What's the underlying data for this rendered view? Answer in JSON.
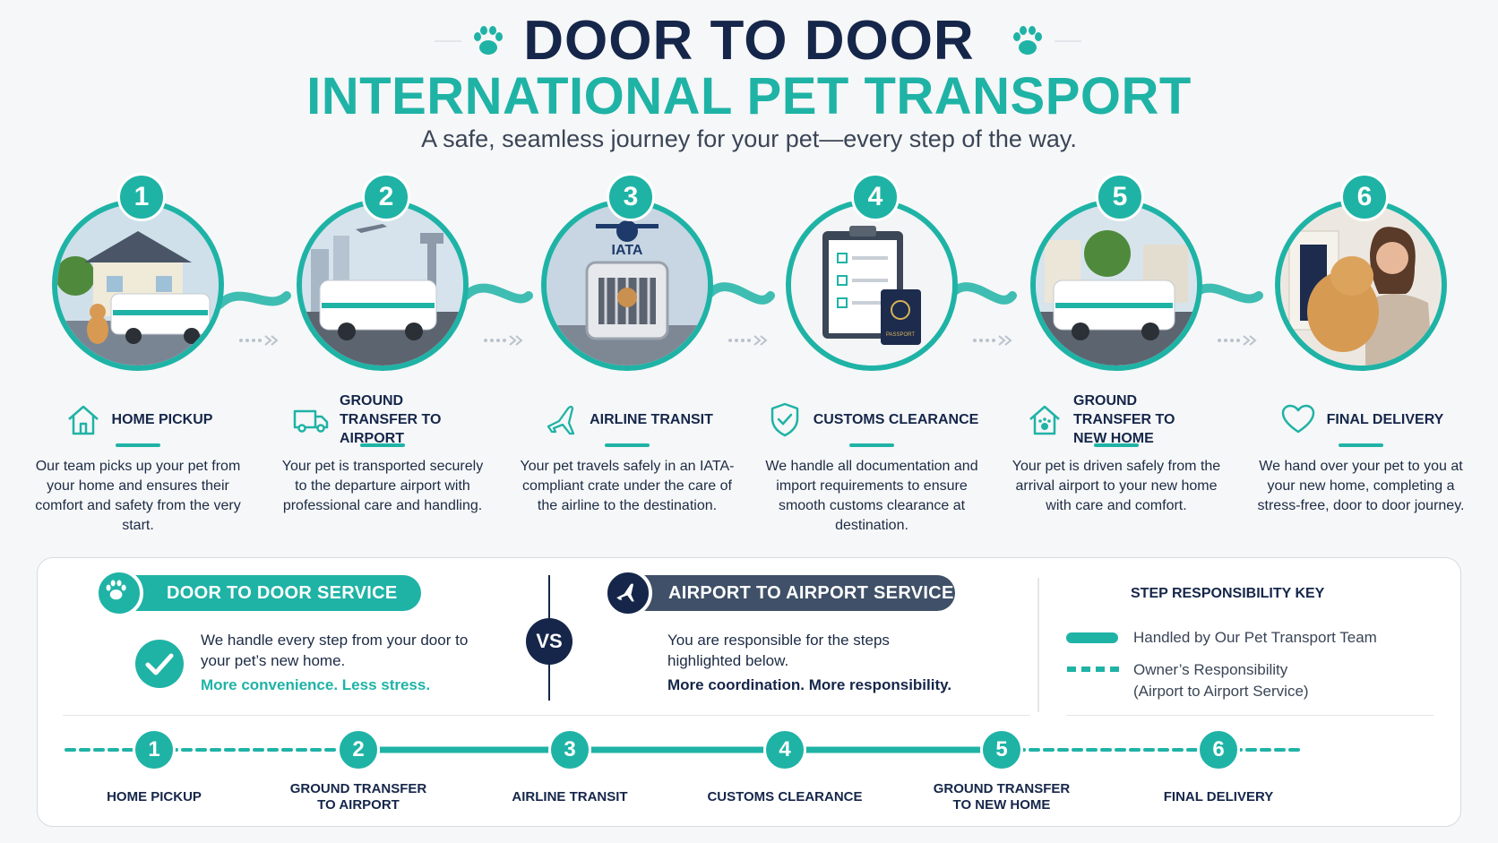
{
  "header": {
    "title_line1": "DOOR TO DOOR",
    "title_line2": "INTERNATIONAL PET TRANSPORT",
    "subtitle": "A safe, seamless journey for your pet—every step of the way."
  },
  "colors": {
    "teal": "#1fb3a6",
    "navy": "#15264a",
    "slate": "#3f5068"
  },
  "steps": [
    {
      "num": "1",
      "icon": "house-icon",
      "title": "HOME PICKUP",
      "desc": "Our team picks up your pet from your home and ensures their comfort and safety from the very start."
    },
    {
      "num": "2",
      "icon": "truck-icon",
      "title": "GROUND TRANSFER TO AIRPORT",
      "desc": "Your pet is transported securely to the departure airport with professional care and handling."
    },
    {
      "num": "3",
      "icon": "airplane-icon",
      "title": "AIRLINE TRANSIT",
      "desc": "Your pet travels safely in an IATA-compliant crate under the care of the airline to the destination."
    },
    {
      "num": "4",
      "icon": "shield-check-icon",
      "title": "CUSTOMS CLEARANCE",
      "desc": "We handle all documentation and import requirements to ensure smooth customs clearance at destination."
    },
    {
      "num": "5",
      "icon": "house-paw-icon",
      "title": "GROUND TRANSFER TO NEW HOME",
      "desc": "Your pet is driven safely from the arrival airport to your new home with care and comfort."
    },
    {
      "num": "6",
      "icon": "heart-icon",
      "title": "FINAL DELIVERY",
      "desc": "We hand over your pet to you at your new home, completing a stress-free, door to door journey."
    }
  ],
  "images": {
    "step3_logo": "IATA",
    "step4_passport": "PASSPORT"
  },
  "door_service": {
    "label": "DOOR TO DOOR SERVICE",
    "text": "We handle every step from your door to your pet’s new home.",
    "tagline": "More convenience. Less stress."
  },
  "vs_label": "VS",
  "airport_service": {
    "label": "AIRPORT TO AIRPORT SERVICE",
    "text": "You are responsible for the steps highlighted below.",
    "tagline": "More coordination. More responsibility."
  },
  "key": {
    "title": "STEP RESPONSIBILITY KEY",
    "solid_label": "Handled by Our Pet Transport Team",
    "dashed_label_1": "Owner’s Responsibility",
    "dashed_label_2": "(Airport to Airport Service)"
  },
  "timeline": [
    {
      "num": "1",
      "label_1": "HOME PICKUP",
      "label_2": "",
      "owner": true
    },
    {
      "num": "2",
      "label_1": "GROUND TRANSFER",
      "label_2": "TO AIRPORT",
      "owner": true
    },
    {
      "num": "3",
      "label_1": "AIRLINE TRANSIT",
      "label_2": "",
      "owner": false
    },
    {
      "num": "4",
      "label_1": "CUSTOMS CLEARANCE",
      "label_2": "",
      "owner": false
    },
    {
      "num": "5",
      "label_1": "GROUND TRANSFER",
      "label_2": "TO NEW HOME",
      "owner": true
    },
    {
      "num": "6",
      "label_1": "FINAL DELIVERY",
      "label_2": "",
      "owner": true
    }
  ]
}
